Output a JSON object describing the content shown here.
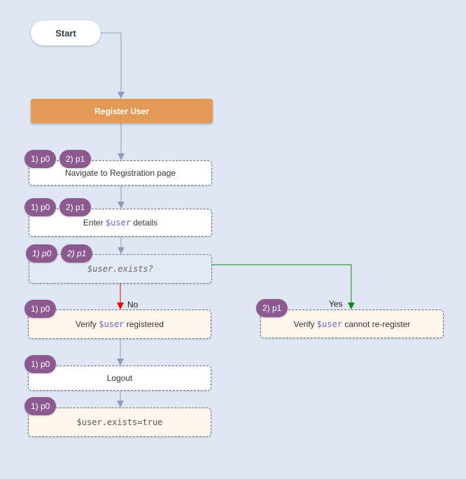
{
  "nodes": {
    "start": "Start",
    "register_user": "Register User",
    "navigate": "Navigate to Registration page",
    "enter_details": {
      "prefix": "Enter ",
      "var": "$user",
      "suffix": " details"
    },
    "condition": "$user.exists?",
    "verify_registered": {
      "prefix": "Verify ",
      "var": "$user",
      "suffix": " registered"
    },
    "verify_cannot": {
      "prefix": "Verify ",
      "var": "$user",
      "suffix": " cannot re-register"
    },
    "logout": "Logout",
    "set_exists": "$user.exists=true"
  },
  "badges": {
    "p0": "1) p0",
    "p1": "2) p1"
  },
  "edges": {
    "no_label": "No",
    "yes_label": "Yes"
  },
  "colors": {
    "background": "#dfe7f2",
    "process": "#e49a57",
    "badge": "#8c5a91",
    "edge_default": "#8e9dbb",
    "edge_no": "#ee0000",
    "edge_yes": "#118811"
  }
}
